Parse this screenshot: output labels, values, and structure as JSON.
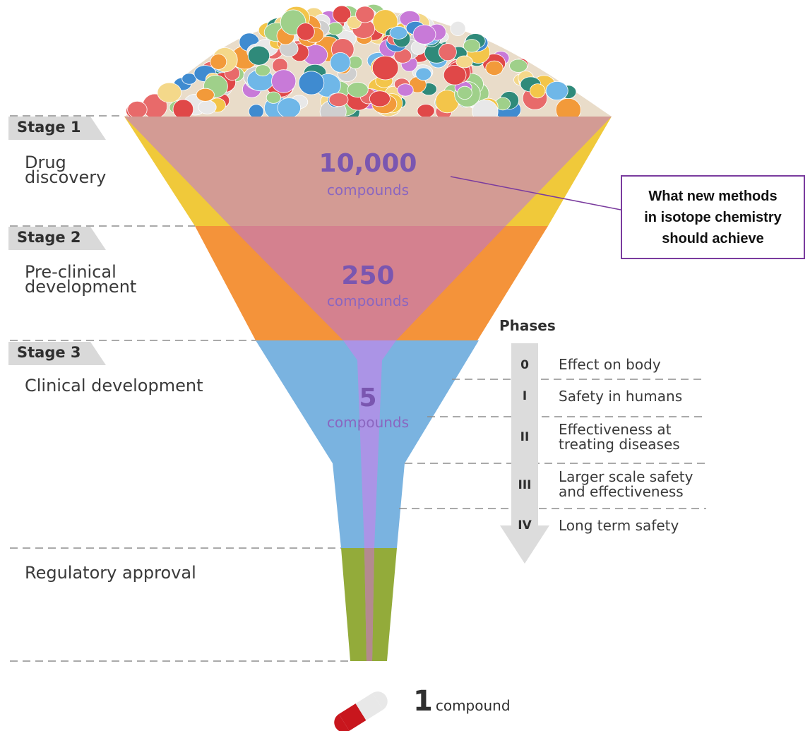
{
  "stages": [
    {
      "tag": "Stage 1",
      "label": "Drug\ndiscovery",
      "count": "10,000",
      "unit": "compounds"
    },
    {
      "tag": "Stage 2",
      "label": "Pre-clinical\ndevelopment",
      "count": "250",
      "unit": "compounds"
    },
    {
      "tag": "Stage 3",
      "label": "Clinical development",
      "count": "5",
      "unit": "compounds"
    }
  ],
  "regulatory_label": "Regulatory approval",
  "callout_text": "What new methods\nin isotope chemistry\nshould achieve",
  "phases": {
    "title": "Phases",
    "items": [
      {
        "num": "0",
        "desc": "Effect on body"
      },
      {
        "num": "I",
        "desc": "Safety in humans"
      },
      {
        "num": "II",
        "desc": "Effectiveness at\ntreating diseases"
      },
      {
        "num": "III",
        "desc": "Larger scale safety\nand effectiveness"
      },
      {
        "num": "IV",
        "desc": "Long term safety"
      }
    ]
  },
  "final": {
    "count": "1",
    "unit": "compound"
  },
  "colors": {
    "stage1_band": "#d39b94",
    "stage2_band": "#d4818f",
    "stage3_band": "#7ab3e0",
    "regulatory_band": "#93ab3a",
    "stage1_side": "#f0c93a",
    "stage2_side": "#f4933a",
    "inner_stream": "#b48ee6",
    "callout_border": "#7a3b9e",
    "number_purple": "#7a56b0"
  }
}
